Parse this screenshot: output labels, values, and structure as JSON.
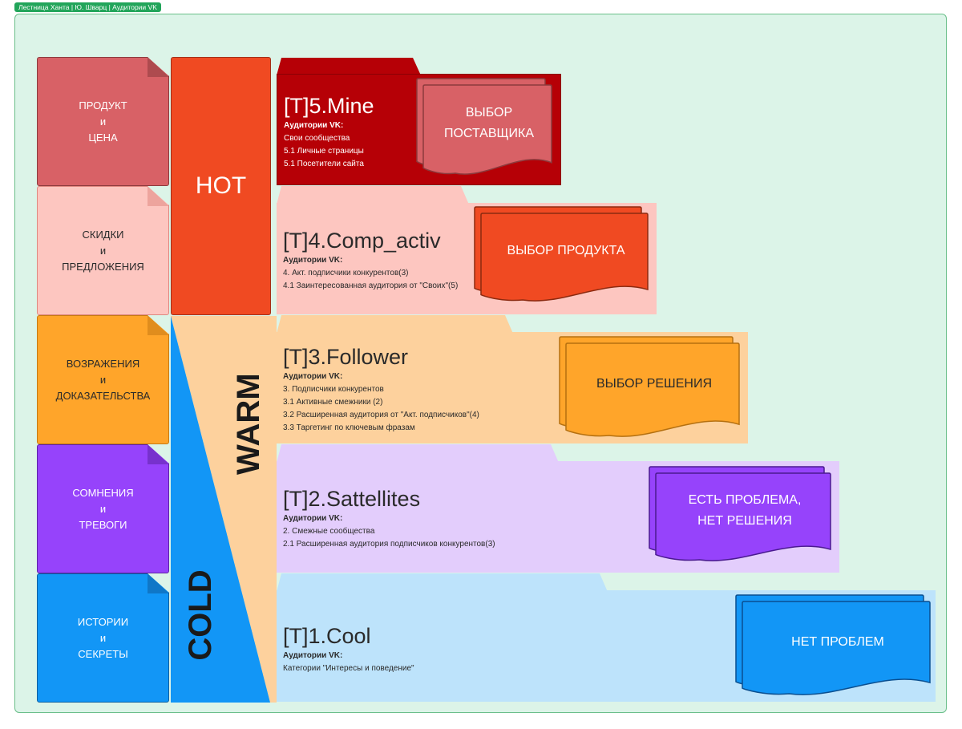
{
  "frame": {
    "label": "Лестница Ханта | Ю. Шварц | Аудитории VK"
  },
  "left_notes": [
    {
      "lines": [
        "ПРОДУКТ",
        "и",
        "ЦЕНА"
      ],
      "color": "#d86166",
      "text_color": "#ffffff"
    },
    {
      "lines": [
        "СКИДКИ",
        "и",
        "ПРЕДЛОЖЕНИЯ"
      ],
      "color": "#fdc6c0",
      "text_color": "#2a2a2a"
    },
    {
      "lines": [
        "ВОЗРАЖЕНИЯ",
        "и",
        "ДОКАЗАТЕЛЬСТВА"
      ],
      "color": "#ffa52a",
      "text_color": "#2a2a2a"
    },
    {
      "lines": [
        "СОМНЕНИЯ",
        "и",
        "ТРЕВОГИ"
      ],
      "color": "#9643fb",
      "text_color": "#ffffff"
    },
    {
      "lines": [
        "ИСТОРИИ",
        "и",
        "СЕКРЕТЫ"
      ],
      "color": "#1296f6",
      "text_color": "#ffffff"
    }
  ],
  "temperature": {
    "hot": "HOT",
    "warm": "WARM",
    "cold": "COLD",
    "hot_color": "#f04a22",
    "warm_color": "#fdd19d",
    "cold_color": "#1296f6"
  },
  "bands": [
    {
      "title": "[T]5.Mine",
      "audience_label": "Аудитории VK:",
      "items": [
        "Свои сообщества",
        "5.1 Личные страницы",
        "5.1 Посетители сайта"
      ],
      "stage": [
        "ВЫБОР",
        "ПОСТАВЩИКА"
      ],
      "bg": "#b60006",
      "text_color": "#ffffff",
      "doc_color": "#d86166",
      "doc_text": "#ffffff"
    },
    {
      "title": "[T]4.Comp_activ",
      "audience_label": "Аудитории VK:",
      "items": [
        "4. Акт. подписчики конкурентов(3)",
        "4.1 Заинтересованная  аудитория от \"Своих\"(5)"
      ],
      "stage": [
        "ВЫБОР ПРОДУКТА"
      ],
      "bg": "#fdc6c0",
      "text_color": "#2a2a2a",
      "doc_color": "#f04a22",
      "doc_text": "#ffffff"
    },
    {
      "title": "[T]3.Follower",
      "audience_label": "Аудитории VK:",
      "items": [
        "3. Подписчики конкурентов",
        "3.1 Активные смежники (2)",
        "3.2 Расширенная аудитория от \"Акт. подписчиков\"(4)",
        "3.3 Таргетинг по ключевым фразам"
      ],
      "stage": [
        "ВЫБОР РЕШЕНИЯ"
      ],
      "bg": "#fdd19d",
      "text_color": "#2a2a2a",
      "doc_color": "#ffa52a",
      "doc_text": "#2a2a2a"
    },
    {
      "title": "[T]2.Sattellites",
      "audience_label": "Аудитории VK:",
      "items": [
        "2. Смежные сообщества",
        "2.1 Расширенная аудитория подписчиков конкурентов(3)"
      ],
      "stage": [
        "ЕСТЬ ПРОБЛЕМА,",
        "НЕТ РЕШЕНИЯ"
      ],
      "bg": "#e3cdfc",
      "text_color": "#2a2a2a",
      "doc_color": "#9643fb",
      "doc_text": "#ffffff"
    },
    {
      "title": "[T]1.Cool",
      "audience_label": "Аудитории VK:",
      "items": [
        "Категории \"Интересы и поведение\""
      ],
      "stage": [
        "НЕТ ПРОБЛЕМ"
      ],
      "bg": "#bde3fb",
      "text_color": "#2a2a2a",
      "doc_color": "#1296f6",
      "doc_text": "#ffffff"
    }
  ]
}
